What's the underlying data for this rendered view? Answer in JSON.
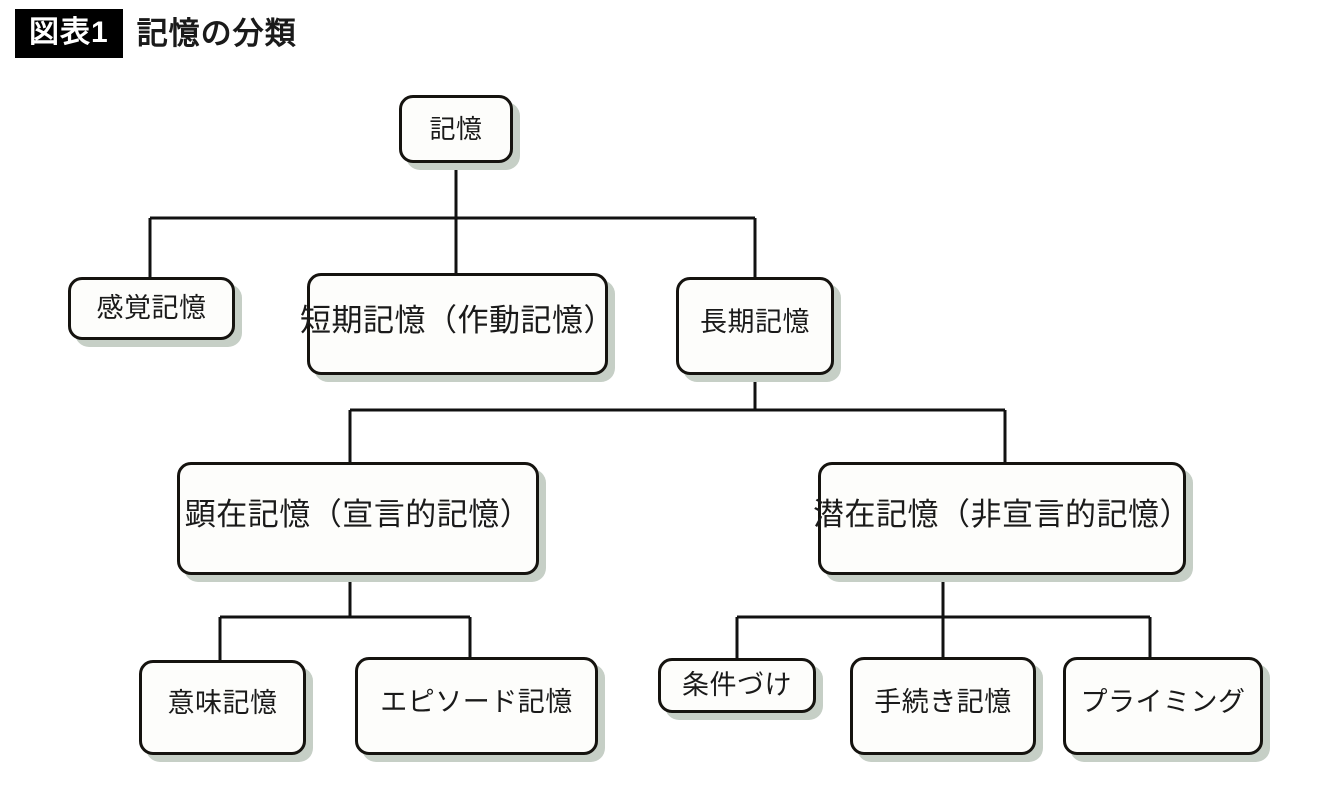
{
  "title": {
    "badge": "図表1",
    "text": "記憶の分類"
  },
  "colors": {
    "node_border": "#15130f",
    "node_fill": "#fdfdfb",
    "node_shadow": "#c6cfc6",
    "connector": "#111111",
    "badge_bg": "#000000",
    "badge_text": "#ffffff",
    "text": "#1a1a1a"
  },
  "chart_data": {
    "type": "tree-diagram",
    "title": "記憶の分類",
    "root": "記憶",
    "nodes": [
      {
        "id": "memory",
        "label": "記憶",
        "level": 0
      },
      {
        "id": "sensory",
        "label": "感覚記憶",
        "level": 1,
        "parent": "memory"
      },
      {
        "id": "short-term",
        "label": "短期記憶（作動記憶）",
        "level": 1,
        "parent": "memory"
      },
      {
        "id": "long-term",
        "label": "長期記憶",
        "level": 1,
        "parent": "memory"
      },
      {
        "id": "explicit",
        "label": "顕在記憶（宣言的記憶）",
        "level": 2,
        "parent": "long-term"
      },
      {
        "id": "implicit",
        "label": "潜在記憶（非宣言的記憶）",
        "level": 2,
        "parent": "long-term"
      },
      {
        "id": "semantic",
        "label": "意味記憶",
        "level": 3,
        "parent": "explicit"
      },
      {
        "id": "episodic",
        "label": "エピソード記憶",
        "level": 3,
        "parent": "explicit"
      },
      {
        "id": "conditioning",
        "label": "条件づけ",
        "level": 3,
        "parent": "implicit"
      },
      {
        "id": "procedural",
        "label": "手続き記憶",
        "level": 3,
        "parent": "implicit"
      },
      {
        "id": "priming",
        "label": "プライミング",
        "level": 3,
        "parent": "implicit"
      }
    ],
    "edges": [
      {
        "from": "memory",
        "to": "sensory"
      },
      {
        "from": "memory",
        "to": "short-term"
      },
      {
        "from": "memory",
        "to": "long-term"
      },
      {
        "from": "long-term",
        "to": "explicit"
      },
      {
        "from": "long-term",
        "to": "implicit"
      },
      {
        "from": "explicit",
        "to": "semantic"
      },
      {
        "from": "explicit",
        "to": "episodic"
      },
      {
        "from": "implicit",
        "to": "conditioning"
      },
      {
        "from": "implicit",
        "to": "procedural"
      },
      {
        "from": "implicit",
        "to": "priming"
      }
    ]
  }
}
